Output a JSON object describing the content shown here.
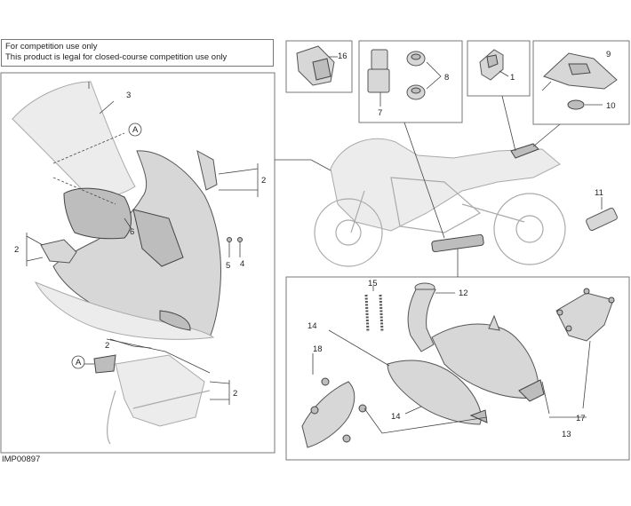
{
  "notice": {
    "line1": "For competition use only",
    "line2": "This product is legal for closed-course competition use only"
  },
  "drawing_code": "IMP00897",
  "callouts": {
    "n1": "1",
    "n2": "2",
    "n3": "3",
    "n4": "4",
    "n5": "5",
    "n6": "6",
    "n7": "7",
    "n8": "8",
    "n9": "9",
    "n10": "10",
    "n11": "11",
    "n12": "12",
    "n13": "13",
    "n14": "14",
    "n15": "15",
    "n16": "16",
    "n17": "17",
    "n18": "18",
    "A": "A"
  }
}
